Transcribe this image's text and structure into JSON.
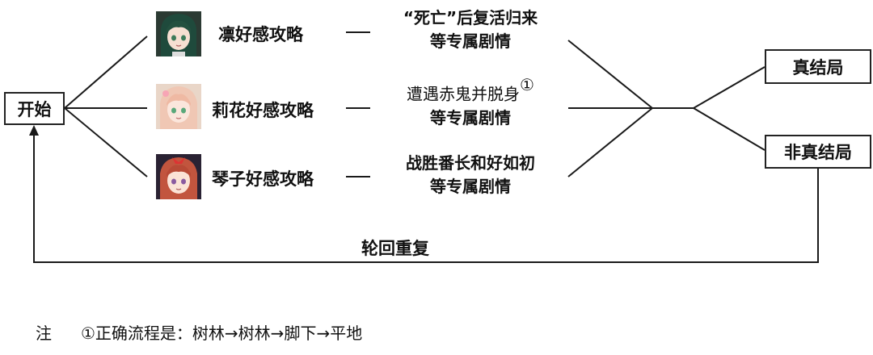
{
  "start": "开始",
  "routes": [
    {
      "name": "凛好感攻略",
      "desc1": "“死亡”后复活归来",
      "desc2": "等专属剧情",
      "avatar": "green-haired-girl-avatar"
    },
    {
      "name": "莉花好感攻略",
      "desc1": "遭遇赤鬼并脱身",
      "desc1_mark": "①",
      "desc2": "等专属剧情",
      "avatar": "pink-haired-girl-avatar"
    },
    {
      "name": "琴子好感攻略",
      "desc1": "战胜番长和好如初",
      "desc2": "等专属剧情",
      "avatar": "red-haired-girl-avatar"
    }
  ],
  "true_end": "真结局",
  "false_end": "非真结局",
  "loop": "轮回重复",
  "note": {
    "prefix": "注",
    "text": "①正确流程是：树林→树林→脚下→平地"
  },
  "colors": {
    "line": "#1a1a1a",
    "border": "#222222"
  }
}
